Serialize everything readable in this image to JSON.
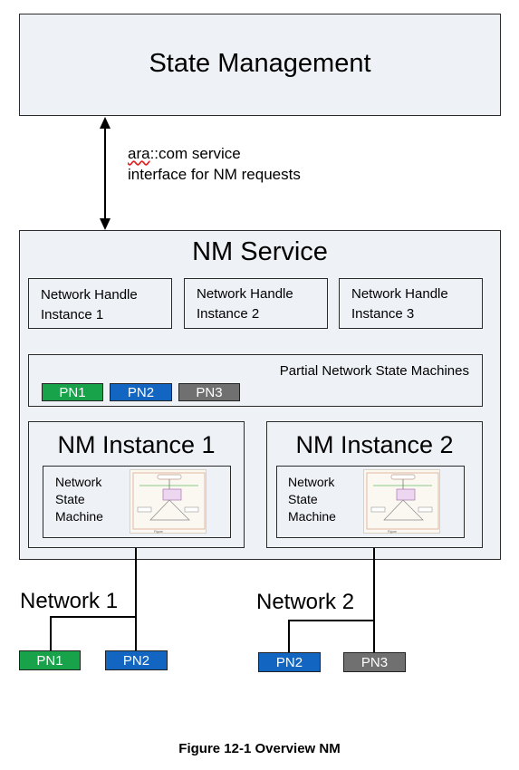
{
  "state_management": {
    "title": "State Management"
  },
  "interface": {
    "prefix": "ara",
    "rest": "::com service",
    "line2": "interface for NM requests"
  },
  "nm_service": {
    "title": "NM Service",
    "handles": [
      {
        "line1": "Network Handle",
        "line2": "Instance 1"
      },
      {
        "line1": "Network Handle",
        "line2": "Instance 2"
      },
      {
        "line1": "Network Handle",
        "line2": "Instance 3"
      }
    ],
    "partial": {
      "title": "Partial Network State Machines",
      "pns": [
        "PN1",
        "PN2",
        "PN3"
      ]
    },
    "instances": [
      {
        "title": "NM Instance 1",
        "machine": [
          "Network",
          "State",
          "Machine"
        ]
      },
      {
        "title": "NM Instance 2",
        "machine": [
          "Network",
          "State",
          "Machine"
        ]
      }
    ]
  },
  "networks": [
    {
      "label": "Network 1",
      "pns": [
        "PN1",
        "PN2"
      ]
    },
    {
      "label": "Network 2",
      "pns": [
        "PN2",
        "PN3"
      ]
    }
  ],
  "caption": "Figure 12-1 Overview NM",
  "colors": {
    "pn1": "#18a34a",
    "pn2": "#1266c2",
    "pn3": "#707070",
    "box_fill": "#eef1f6"
  }
}
